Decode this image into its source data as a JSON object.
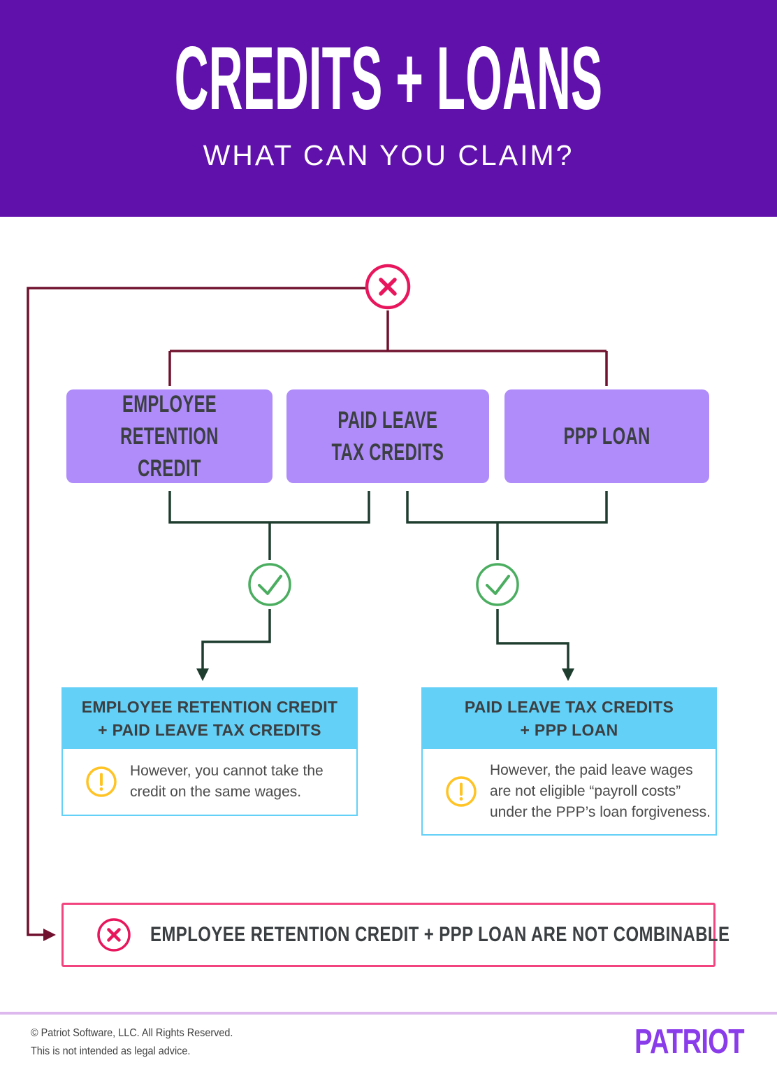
{
  "header": {
    "title": "CREDITS + LOANS",
    "subtitle": "WHAT CAN YOU CLAIM?"
  },
  "flowchart": {
    "credit_boxes": [
      {
        "label": "EMPLOYEE\nRETENTION CREDIT"
      },
      {
        "label": "PAID LEAVE\nTAX CREDITS"
      },
      {
        "label": "PPP LOAN"
      }
    ],
    "combos": [
      {
        "title": "EMPLOYEE RETENTION CREDIT\n+ PAID LEAVE TAX CREDITS",
        "note": "However, you cannot take the credit on the same wages."
      },
      {
        "title": "PAID LEAVE TAX CREDITS\n+ PPP LOAN",
        "note": "However, the paid leave wages are not eligible “payroll costs” under the PPP’s loan forgiveness."
      }
    ],
    "not_combinable": {
      "label": "EMPLOYEE RETENTION CREDIT + PPP LOAN ARE NOT COMBINABLE"
    },
    "icons": {
      "top": "x-icon",
      "allowed": "check-icon",
      "warning": "exclamation-icon",
      "banner": "x-icon"
    }
  },
  "footer": {
    "copyright": "© Patriot Software, LLC. All Rights Reserved.",
    "disclaimer": "This is not intended as legal advice.",
    "logo": "PATRIOT"
  },
  "colors": {
    "header_purple": "#6011AC",
    "box_purple": "#AF8CF9",
    "crimson": "#E8175D",
    "pink_border": "#F2447F",
    "maroon": "#70122F",
    "dark_green": "#1E3D2F",
    "green": "#4AAD5F",
    "blue": "#63D0F7",
    "yellow": "#FFC324",
    "dark_text": "#3B3F42",
    "body_text": "#4A4A4A",
    "logo_purple": "#8A3BEA",
    "divider_lavender": "#DCB8EF",
    "footer_text": "#3F3F3F"
  }
}
